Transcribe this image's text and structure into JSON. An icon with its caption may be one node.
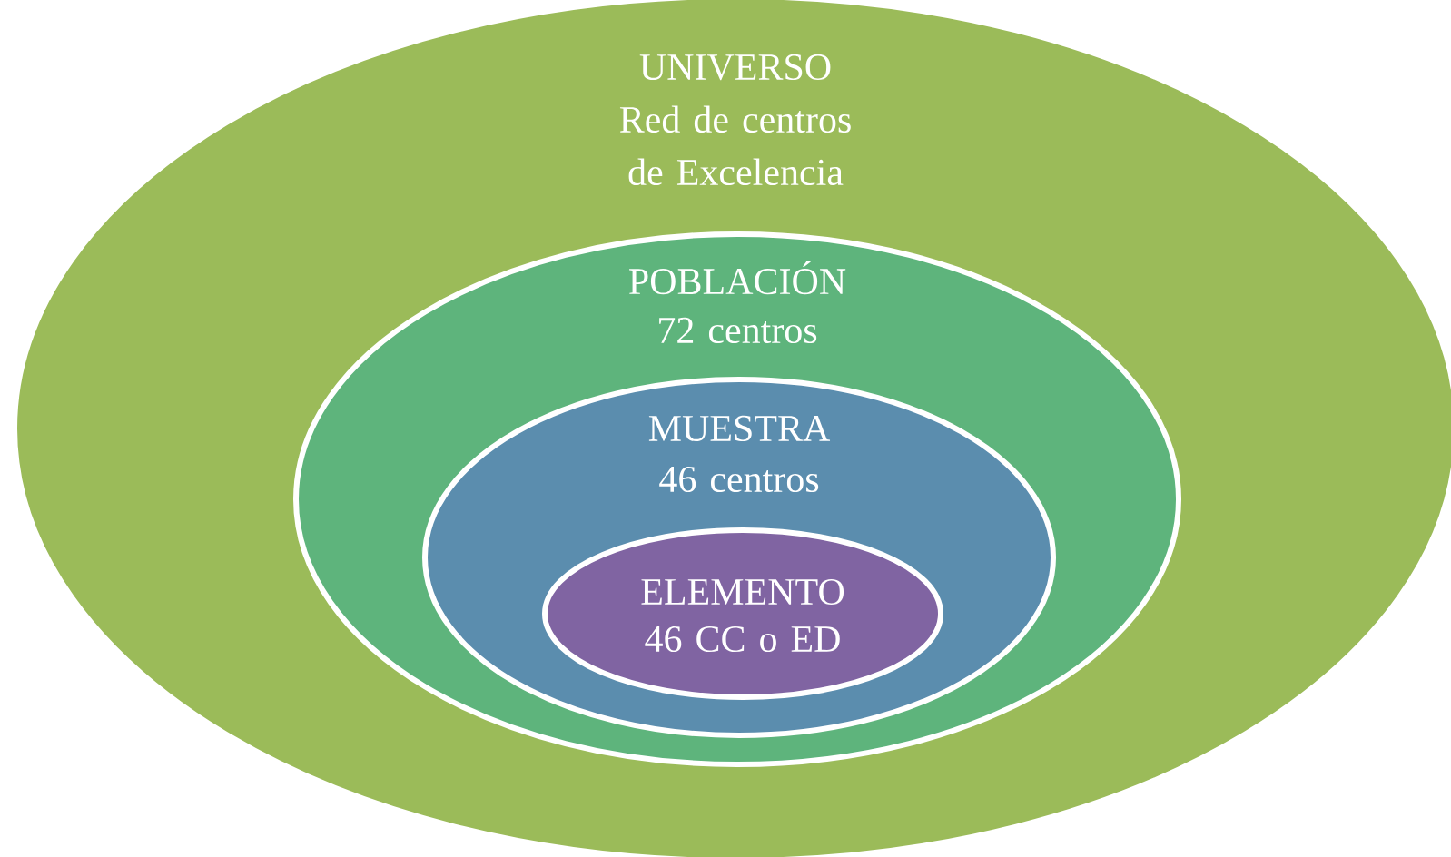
{
  "diagram": {
    "nodes": [
      {
        "text": [
          "UNIVERSO Red de centros de Excelencia"
        ]
      },
      {
        "text": [
          "POBLACIÓN",
          "72 centros"
        ],
        "in": 0
      },
      {
        "text": [
          "MUESTRA",
          "46 centros"
        ],
        "in": 1
      },
      {
        "text": [
          "ELEMENTO",
          "46 CC o ED"
        ],
        "in": 2
      }
    ]
  }
}
